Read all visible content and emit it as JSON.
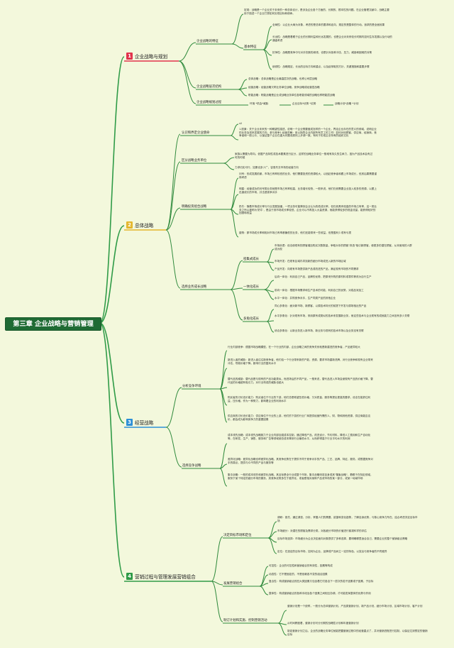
{
  "root": "第三章 企业战略与营销管理",
  "colors": {
    "c1": "#e1334c",
    "c2": "#e4b62c",
    "c3": "#2c8fd6",
    "c4": "#2f9b47",
    "line": "#2f8a3c",
    "root": "#1f6b34"
  },
  "b1": {
    "num": "1",
    "label": "企业战略与规划",
    "n1": "企业战略的特征",
    "n1a": "宏观：战略是一个企业关于未来的一种总体设计，是涉及企业各个方面的、长期的、根本性的问题。在企业管理文献中，战略主要用于描述一个企业打算如何实现目标和使命。",
    "n1b": "基本特征",
    "n1b1": "全局性：以企业大局为对象，考虑的是总体的要求和走向，规定的是整体的行动。追求的是全面效果",
    "n1b2": "长远性：战略是着眼于企业的长期利益和长远发展的，也是企业对未来较长时期内如何生存发展以及行动的通盘考虑",
    "n1b3": "抗争性：战略是竞争中与对手抗衡的纲领，也是针对各种冲击、压力、威胁和困难的对策",
    "n1b4": "纲领性：战略规定，长远的目标方向和重点，以及起采取的方针，关键措施和重要步骤",
    "n2": "企业战略层次结构",
    "n2a": "总体战略：总体战略是企业最高层次的战略，也称公司层战略",
    "n2b": "经营战略：经营战略又称业务单位战略，竞争战略或经营层战略",
    "n2c": "职能战略：职能战略是企业或战略业务单位各职能领域的战略也称职能层战略",
    "n3": "企业战略规划过程",
    "n3a": "环境 *机会*威胁",
    "n3b": "企业目标*优势 *劣势",
    "n3c": "战略计划*战略 *计划"
  },
  "b2": {
    "num": "2",
    "label": "总体战略",
    "n1": "认识和界定企业使命",
    "n1a": "sll",
    "n1b": "1.愿景：关于企业未来的一种期望性描述，说明一个企业想要做成怎样的一个企业，界定企业存在的意义的领域，说明企业的业务及将来发展的方向，参与竞争1.经营范畴：用以指导企业内部所有员工的工作）如何对待顾客、供应商、经销商、竞争者和一般公众，以保证整个企业在重大问题或原则上步调一致。有利于形成企业特有的组织文化",
    "n2": "区分战略业务单位",
    "n2a": "家族以需要为导向。依据产品特性或技术要素进行区分，这样的战略业务单位一般难有持久的生命力，因为产品技术会有过时的时候",
    "n2b": "力求切实可行，如果也多少广，容易失去市场的经营方向",
    "n3": "明确投资组合战略",
    "n3a": "问号：形成发展前景，市场占有率较低的业务，他们需要投资的资源较大，以追赶竞争者和跟上市场成长，但其后果需要谨慎考虑",
    "n3b": "明星：经营成功的问号类业务就是市场占有率较高、业务增长较快，一般来说，他们仍然需要企业投入较多的资源，以跟上迅速成长的市场，并击退竞争对手",
    "n3c": "奶牛：随着市场成长率与行业发展放缓，一项业务可能降到企业认为的低成长率，但仍然具有较高的市场占有率，这一类业务之所以被称为'奶牛'，是由于其市场成长率较低，企业可以不再投入大量资源，而能获得较多的现金流量，能获得较好的回报和收益",
    "n3d": "瘦狗：那市场成长率和相对市场占有率都偏低的业务，他们还能带来一些收益，但是盈利少或有亏损",
    "n4": "选择业务成长战略",
    "n4a": "密集式成长",
    "n4a1": "市场渗透：设法使现有的顾客增加购买次数数量，争取对手的顾客\"弃选\"吸引新顾客，使更多的潜在顾客，从未使用的人群成为现",
    "n4a2": "市场开发：在现有区域内寻找新的细分市场或进入新的市场区域",
    "n4a3": "产品开发：向现有市场提供新产品或改进的产品，满足现有市场的不同需求",
    "n4b": "一体化成长",
    "n4b1": "后向一体化：利用自己产品，品牌的优势，把原来外购的原材料或零件等改为自行生产",
    "n4b2": "前向一体化：根据市场需求和生产技术的可能，利用自己的优势，对成品深加工",
    "n4b3": "水平一体化：并购竞争对手，生产同类产品的其他企业",
    "n4c": "多角化成长",
    "n4c1": "同心多角化：面对新市场、新顾客，以原技术特长的前提下开发与原场相近的产品",
    "n4c2": "水平多角化：针对现有市场，采用原有或类似的技术来发展新业务，而这些技术与企业现有的成就能力之间没有多少关联",
    "n4c3": "综合多角化：以新业务进入新市场，新业务与现有的技术市场以及业务没有关联"
  },
  "b3": {
    "num": "3",
    "label": "经营战略",
    "n1": "分析竞争环境",
    "n1a": "行业内部竞争：德国市场战略模型，在一个行业的内部，企业战略之间的竞争关系就是新建进的竞争者，产品差异较大",
    "n1b": "新进入者的威胁：新进入者往往新竞争者，他们给一个行业带来新的产能，资源，要求市场重新洗牌，对行业竞争和现有企业带来冲击，导致价格下降，影响行业的盈利水平",
    "n1c": "替代品的威胁：替代品是与现有的产品功能类似，而进场后的不同产品，一般来说，替代品进入市场会使现有产品的价格下降，替代品的价格越有吸引力，对行业构成的威胁也越大",
    "n1d": "购买者的讨价还价能力：购买者位于行业的下游，他们总是希望压低价格，又对质量、服务等提出更高的要求，设法在能抓住利益，压价格，作为一种势力，影响着企业的利润水平",
    "n1e": "供应商的讨价还价能力：供应商位于行业的上游，他们的下游的行业厂商提供经营所需的人，财，物和其他资源，供应商能否议价，都会成为影响竞争力的重要因素",
    "n2": "选择竞争战略",
    "n2a": "成本领先战略：成本领先战略致力于企业内部加强成本控制，通过降低产品、改进设计，节约材料，降低人工费用和生产自动化等，在研发、生产、销售、服务和广告等领域使总成本降到行业最低水平，从而获得高于行业平均水平的利润",
    "n2b": "差异化战略：差异化战略也称差异化战略，其竞争优势在于提供不同于竞争对手的产品、工艺、品牌、特征、服务，或根据竞争对手的弱点，提供与众不同的产品与服务等",
    "n2c": "集中战略：一般的成本领先和差异化战略，其目标是全行业或整个市场，集中战略则将自身或其\"集聚战略\"，着眼于在特定领域，服务于某个特定的细分市场的服务，其竞争优势多在于差异化，或者是相对某种产品或市场的某一部分，或某一地域市场"
  },
  "b4": {
    "num": "4",
    "label": "营销过程与管理发展营销组合",
    "n1": "决定目标市场和定位",
    "n1a": "调研：首先，通过调查、分析，掌握人们的需要、欲望和变化趋势，了解自身优势，与核心竞争力所在，结合考虑决定目标市场",
    "n1b": "市场细分：对潜在的顾客及需求分类，对各细分市场的价值进行客观科学的评估",
    "n1c": "目标市场选择：市场细分为企业决定面向对象提供了多种选择，要明确哪里适合自己，需要企业的整个营销组合策略",
    "n1d": "定位：在选定的目标市场，如何为企业、品牌或产品树立一定的特色，以突出与竞争者的不同差异",
    "n2": "发展营销组合",
    "n2a": "可控性：企业的可控性和营销组合的有效性，因素等构成",
    "n2b": "动态性：它不是固定的，不是依赖各不变的组合因素",
    "n2c": "复合性：构成营销组合的四大类因素又包含着它们各自下一层次的若干因素或子因素，子目标",
    "n2d": "整体性：构成营销组合的各种手段及各个因素之间相互协调，才可能发挥整体的优势与作用",
    "n3": "制订计划和实施、控制营销活动",
    "n3a": "营销计划是一个统称，一般分为总体营销计划，产品类营销计划、新产品计划，细分市场计划、区域市场计划、客户计划",
    "n3b": "从时间跨度看，营销计划可分长期的战略性计划和年度营销计划",
    "n3c": "制定营销计划之后，企业的战略业务单位就能把握营销过程中的经营重点了，并对营销进程进行控制，以保证达到预定的营销目标"
  }
}
